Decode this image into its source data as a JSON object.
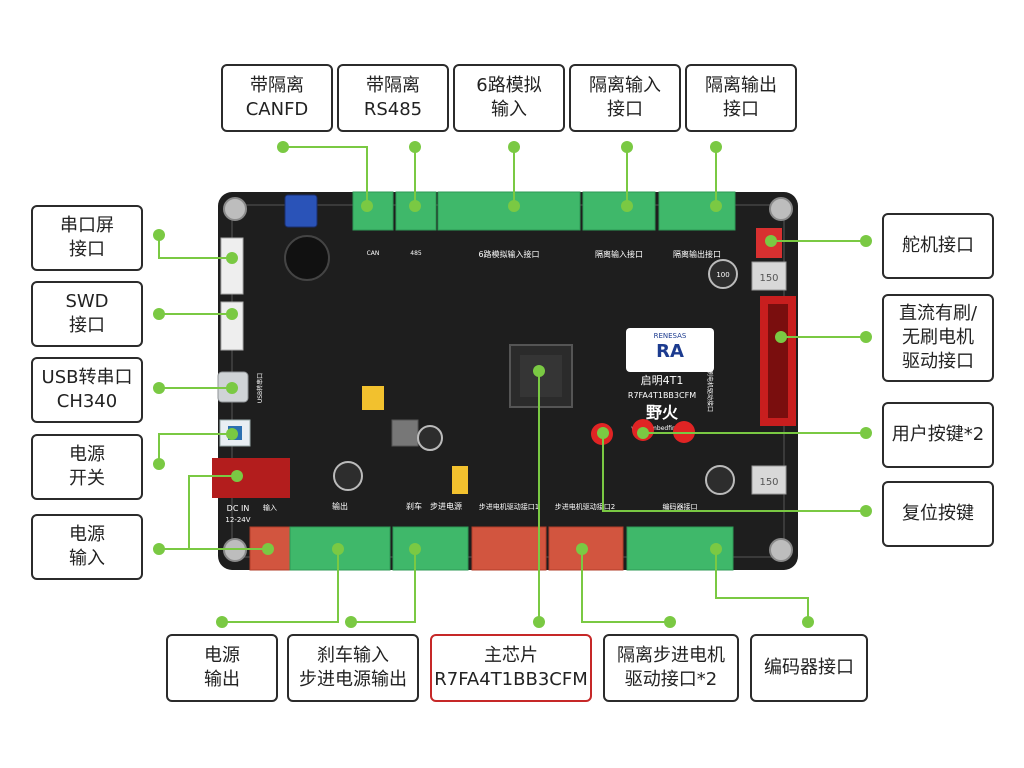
{
  "labels": {
    "canfd": {
      "line1": "带隔离",
      "line2": "CANFD"
    },
    "rs485": {
      "line1": "带隔离",
      "line2": "RS485"
    },
    "analog": {
      "line1": "6路模拟",
      "line2": "输入"
    },
    "iso_in": {
      "line1": "隔离输入",
      "line2": "接口"
    },
    "iso_out": {
      "line1": "隔离输出",
      "line2": "接口"
    },
    "uart_screen": {
      "line1": "串口屏",
      "line2": "接口"
    },
    "swd": {
      "line1": "SWD",
      "line2": "接口"
    },
    "usb_uart": {
      "line1": "USB转串口",
      "line2": "CH340"
    },
    "power_switch": {
      "line1": "电源",
      "line2": "开关"
    },
    "power_input": {
      "line1": "电源",
      "line2": "输入"
    },
    "servo": {
      "line1": "舵机接口"
    },
    "dc_motor": {
      "line1": "直流有刷/",
      "line2": "无刷电机",
      "line3": "驱动接口"
    },
    "user_keys": {
      "line1": "用户按键*2"
    },
    "reset_key": {
      "line1": "复位按键"
    },
    "power_output": {
      "line1": "电源",
      "line2": "输出"
    },
    "brake": {
      "line1": "刹车输入",
      "line2": "步进电源输出"
    },
    "main_chip": {
      "line1": "主芯片",
      "line2": "R7FA4T1BB3CFM"
    },
    "stepper": {
      "line1": "隔离步进电机",
      "line2": "驱动接口*2"
    },
    "encoder": {
      "line1": "编码器接口"
    }
  },
  "board": {
    "brand": "野火",
    "website": "www.embedfire.com",
    "chip_brand": "RENESAS",
    "chip_series": "RA",
    "board_name": "启明4T1",
    "chip_model": "R7FA4T1BB3CFM",
    "dc_in": "DC IN",
    "dc_range": "12-24V",
    "silk_analog": "6路模拟输入接口",
    "silk_iso_in": "隔离输入接口",
    "silk_iso_out": "隔离输出接口",
    "silk_can": "CAN",
    "silk_485": "485",
    "silk_output": "输出",
    "silk_brake": "刹车",
    "silk_stepper_power": "步进电源",
    "silk_stepper1": "步进电机驱动接口1",
    "silk_stepper2": "步进电机驱动接口2",
    "silk_encoder": "编码器接口",
    "silk_input": "输入",
    "silk_usb": "USB转串口",
    "silk_dc_motor": "直流有刷/无刷电机驱动接口",
    "inductor": "150",
    "cap_value": "100"
  },
  "colors": {
    "pcb": "#1e1e1e",
    "terminal": "#3fb86a",
    "terminal_dark": "#2e9a55",
    "stepper_terminal": "#d2553f",
    "dot": "#7ac943",
    "button": "#e02424",
    "highlight_border": "#c62828"
  }
}
